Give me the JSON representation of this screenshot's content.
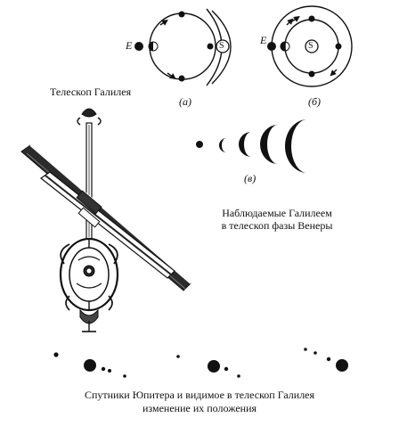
{
  "diagram_a": {
    "earth_label": "E",
    "sun_label": "S",
    "caption": "(а)"
  },
  "diagram_b": {
    "earth_label": "E",
    "sun_label": "S",
    "caption": "(б)"
  },
  "telescope": {
    "caption": "Телескоп Галилея"
  },
  "phases": {
    "caption_tag": "(в)",
    "caption_line1": "Наблюдаемые Галилеем",
    "caption_line2": "в телескоп фазы Венеры"
  },
  "jupiter": {
    "caption_line1": "Спутники Юпитера и видимое в телескоп Галилея",
    "caption_line2": "изменение их положения"
  },
  "colors": {
    "ink": "#111111",
    "paper": "#ffffff",
    "brass": "#2b2b2b"
  }
}
